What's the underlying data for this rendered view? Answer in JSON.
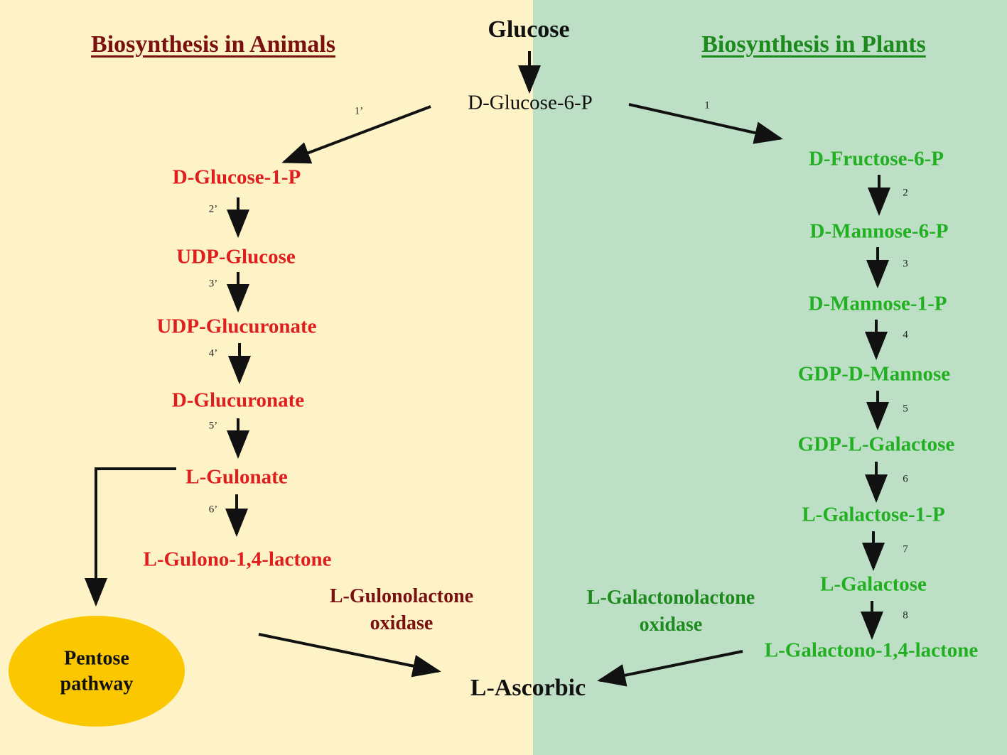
{
  "colors": {
    "animal_bg": "#fdf3c7",
    "plant_bg": "#bcdfc6",
    "animal_heading": "#7b1010",
    "animal_node": "#e01e1e",
    "animal_enzyme": "#7b1010",
    "plant_heading": "#1c8a1c",
    "plant_node": "#22b022",
    "plant_enzyme": "#1c8a1c",
    "pentose_fill": "#fbc700",
    "text_dark": "#111111"
  },
  "top": {
    "glucose": "Glucose",
    "glucose_6p": "D-Glucose-6-P",
    "product": "L-Ascorbic"
  },
  "animals": {
    "heading": "Biosynthesis in Animals",
    "nodes": [
      "D-Glucose-1-P",
      "UDP-Glucose",
      "UDP-Glucuronate",
      "D-Glucuronate",
      "L-Gulonate",
      "L-Gulono-1,4-lactone"
    ],
    "steps": [
      "1’",
      "2’",
      "3’",
      "4’",
      "5’",
      "6’"
    ],
    "enzyme": [
      "L-Gulonolactone",
      "oxidase"
    ],
    "side_branch": [
      "Pentose",
      "pathway"
    ]
  },
  "plants": {
    "heading": "Biosynthesis in Plants",
    "nodes": [
      "D-Fructose-6-P",
      "D-Mannose-6-P",
      "D-Mannose-1-P",
      "GDP-D-Mannose",
      "GDP-L-Galactose",
      "L-Galactose-1-P",
      "L-Galactose",
      "L-Galactono-1,4-lactone"
    ],
    "steps": [
      "1",
      "2",
      "3",
      "4",
      "5",
      "6",
      "7",
      "8"
    ],
    "enzyme": [
      "L-Galactonolactone",
      "oxidase"
    ]
  }
}
